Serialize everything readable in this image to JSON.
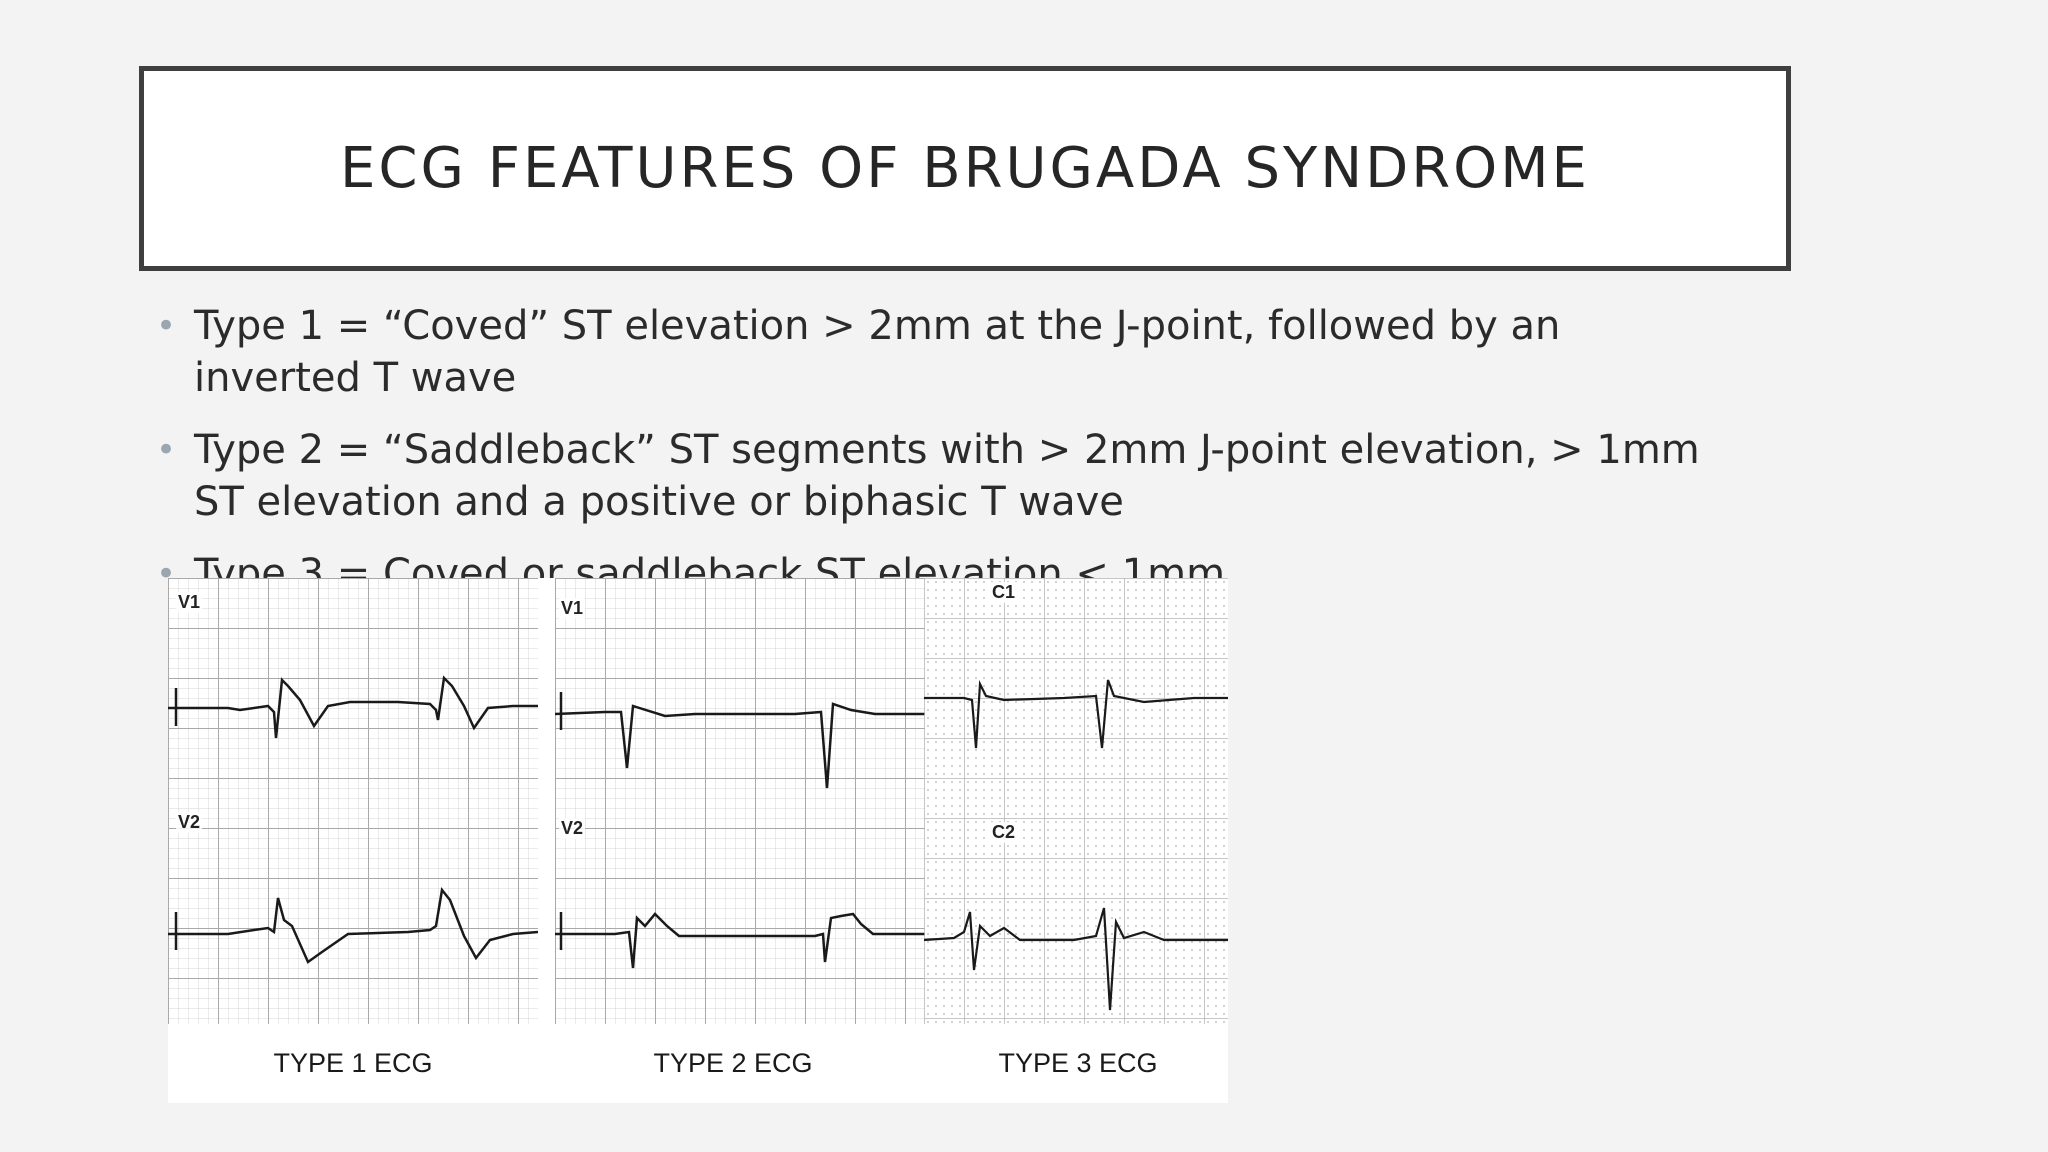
{
  "slide": {
    "title": "ECG FEATURES OF BRUGADA SYNDROME",
    "bullets": [
      "Type 1 = “Coved” ST elevation > 2mm at the J-point, followed by an inverted T wave",
      "Type 2 = “Saddleback” ST segments with > 2mm J-point elevation, > 1mm ST elevation and a positive or biphasic T wave",
      "Type 3 = Coved or saddleback ST elevation < 1mm"
    ],
    "bullet_marker": "•"
  },
  "figure": {
    "panels": [
      {
        "caption": "TYPE 1 ECG",
        "lead_top": "V1",
        "lead_bottom": "V2"
      },
      {
        "caption": "TYPE 2 ECG",
        "lead_top": "V1",
        "lead_bottom": "V2"
      },
      {
        "caption": "TYPE 3 ECG",
        "lead_top": "C1",
        "lead_bottom": "C2"
      }
    ]
  },
  "colors": {
    "background": "#f3f3f3",
    "title_border": "#3f3f3f",
    "text": "#262626",
    "bullet": "#9aa7b0",
    "grid": "#b9b9b9",
    "trace": "#1a1a1a"
  }
}
